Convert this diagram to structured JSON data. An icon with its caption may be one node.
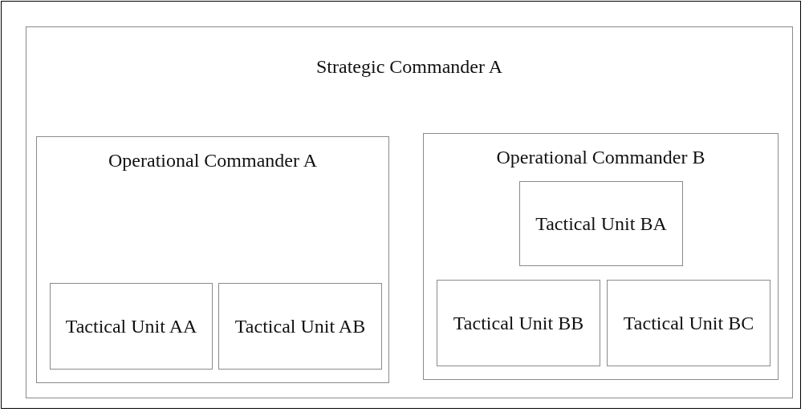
{
  "diagram": {
    "nodes": [
      {
        "text": [
          "Strategic Commander A"
        ]
      },
      {
        "text": [
          "Operational Commander A"
        ],
        "in": 0
      },
      {
        "text": [
          "Operational Commander B"
        ],
        "in": 0
      },
      {
        "text": [
          "Tactical Unit AA"
        ],
        "in": 1
      },
      {
        "text": [
          "Tactical Unit AB"
        ],
        "in": 1
      },
      {
        "text": [
          "Tactical Unit BA"
        ],
        "in": 2
      },
      {
        "text": [
          "Tactical Unit BB"
        ],
        "in": 2
      },
      {
        "text": [
          "Tactical Unit BC"
        ],
        "in": 2
      }
    ]
  }
}
